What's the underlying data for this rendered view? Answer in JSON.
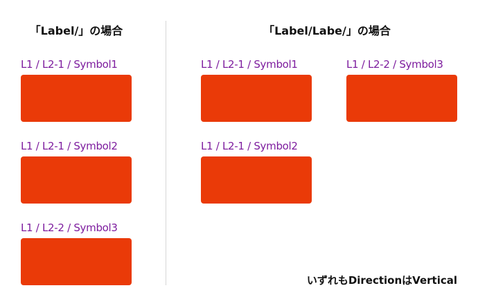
{
  "colors": {
    "symbol": "#ea3a08",
    "label": "#7d1c9e"
  },
  "left": {
    "title": "「Label/」の場合",
    "items": [
      {
        "label": "L1 / L2-1 / Symbol1"
      },
      {
        "label": "L1 / L2-1 / Symbol2"
      },
      {
        "label": "L1 / L2-2 / Symbol3"
      }
    ]
  },
  "right": {
    "title": "「Label/Labe/」の場合",
    "items": [
      {
        "label": "L1 / L2-1 / Symbol1"
      },
      {
        "label": "L1 / L2-2 / Symbol3"
      },
      {
        "label": "L1 / L2-1 / Symbol2"
      }
    ]
  },
  "note": "いずれもDirectionはVertical"
}
